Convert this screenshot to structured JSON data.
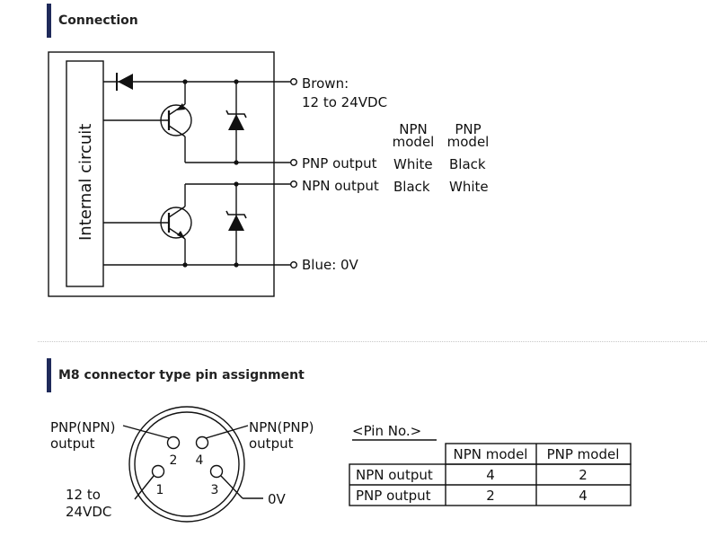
{
  "connection": {
    "title": "Connection",
    "internal_circuit": "Internal circuit",
    "brown_line1": "Brown:",
    "brown_line2": "12 to 24VDC",
    "col_npn_1": "NPN",
    "col_npn_2": "model",
    "col_pnp_1": "PNP",
    "col_pnp_2": "model",
    "pnp_output": "PNP output",
    "npn_output": "NPN output",
    "pnp_row_npn": "White",
    "pnp_row_pnp": "Black",
    "npn_row_npn": "Black",
    "npn_row_pnp": "White",
    "blue": "Blue: 0V"
  },
  "pin_assignment": {
    "title": "M8 connector type pin assignment",
    "left_top_1": "PNP(NPN)",
    "left_top_2": "output",
    "right_top_1": "NPN(PNP)",
    "right_top_2": "output",
    "left_bottom_1": "12 to",
    "left_bottom_2": "24VDC",
    "right_bottom": "0V",
    "pin1": "1",
    "pin2": "2",
    "pin3": "3",
    "pin4": "4",
    "pin_no_label": "<Pin No.>",
    "table": {
      "headers": [
        "NPN model",
        "PNP model"
      ],
      "rows": [
        {
          "label": "NPN output",
          "npn": "4",
          "pnp": "2"
        },
        {
          "label": "PNP output",
          "npn": "2",
          "pnp": "4"
        }
      ]
    }
  }
}
